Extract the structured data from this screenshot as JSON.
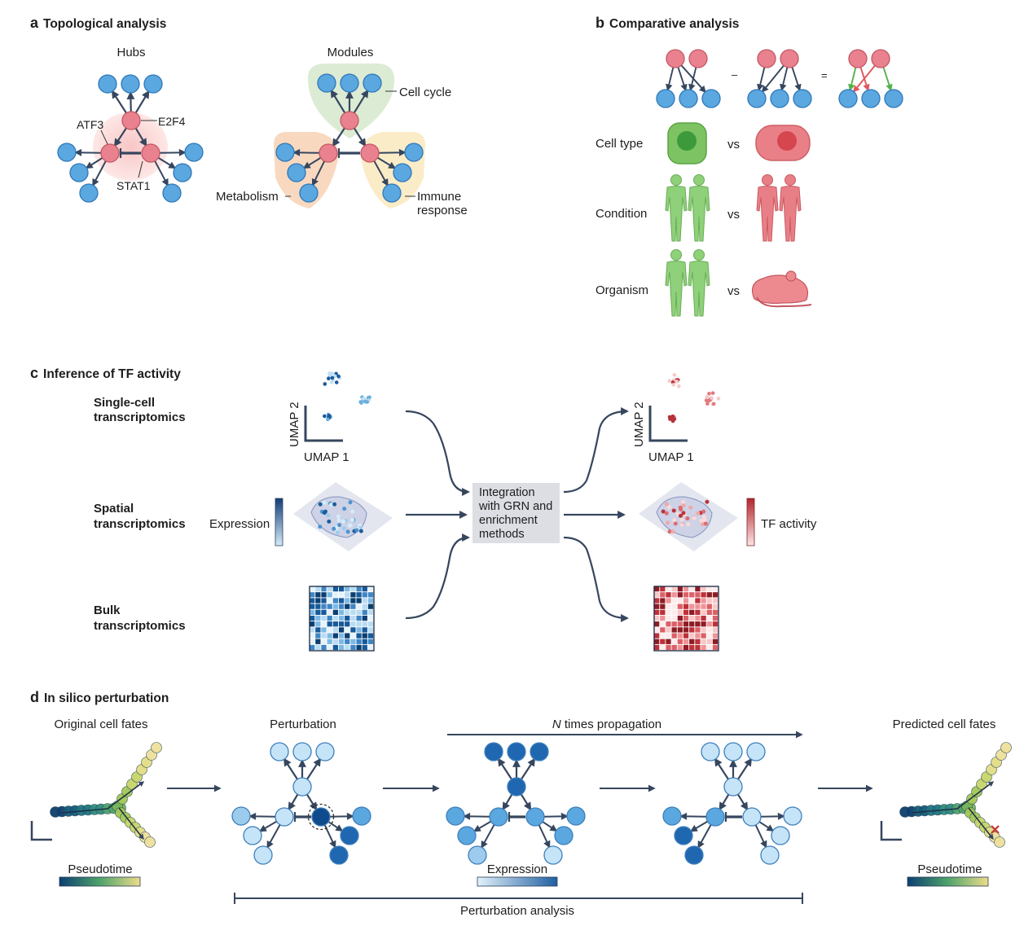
{
  "panels": {
    "a": {
      "letter": "a",
      "title": "Topological analysis",
      "hubs": "Hubs",
      "modules": "Modules",
      "atf3": "ATF3",
      "e2f4": "E2F4",
      "stat1": "STAT1",
      "cell_cycle": "Cell cycle",
      "metabolism": "Metabolism",
      "immune_1": "Immune",
      "immune_2": "response"
    },
    "b": {
      "letter": "b",
      "title": "Comparative analysis",
      "minus": "–",
      "equals": "=",
      "cell_type": "Cell type",
      "condition": "Condition",
      "organism": "Organism",
      "vs": "vs"
    },
    "c": {
      "letter": "c",
      "title": "Inference of TF activity",
      "sc_1": "Single-cell",
      "sc_2": "transcriptomics",
      "sp_1": "Spatial",
      "sp_2": "transcriptomics",
      "bulk_1": "Bulk",
      "bulk_2": "transcriptomics",
      "umap1": "UMAP 1",
      "umap2": "UMAP 2",
      "expression": "Expression",
      "tf_activity": "TF activity",
      "box_1": "Integration",
      "box_2": "with GRN and",
      "box_3": "enrichment",
      "box_4": "methods"
    },
    "d": {
      "letter": "d",
      "title": "In silico perturbation",
      "original": "Original cell fates",
      "perturbation": "Perturbation",
      "n_italic": "N",
      "propagation": " times propagation",
      "predicted": "Predicted cell fates",
      "pseudotime": "Pseudotime",
      "expression": "Expression",
      "perturbation_analysis": "Perturbation analysis"
    }
  },
  "colors": {
    "blue_node": "#5ba7e0",
    "red_node": "#e9828e",
    "green_body": "#8fd07a",
    "red_body": "#e97f86",
    "arrow": "#36465e"
  }
}
